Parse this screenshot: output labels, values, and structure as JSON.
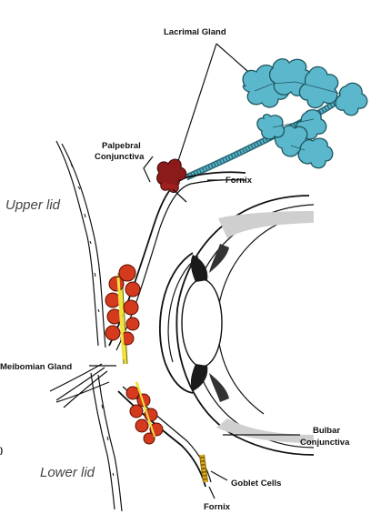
{
  "labels": {
    "lacrimal_gland": "Lacrimal Gland",
    "palpebral_line1": "Palpebral",
    "palpebral_line2": "Conjunctiva",
    "fornix_upper": "Fornix",
    "upper_lid": "Upper lid",
    "meibomian_gland": "Meibomian Gland",
    "bulbar_line1": "Bulbar",
    "bulbar_line2": "Conjunctiva",
    "goblet_cells": "Goblet Cells",
    "lower_lid": "Lower lid",
    "fornix_lower": "Fornix",
    "edge_fragment": ")"
  },
  "colors": {
    "lacrimal_fill": "#5bb8cc",
    "palpebral_gland_fill": "#8b1a1a",
    "meibomian_fill": "#d43a1e",
    "meibomian_duct": "#f0e040",
    "goblet_fill": "#e8b020"
  }
}
